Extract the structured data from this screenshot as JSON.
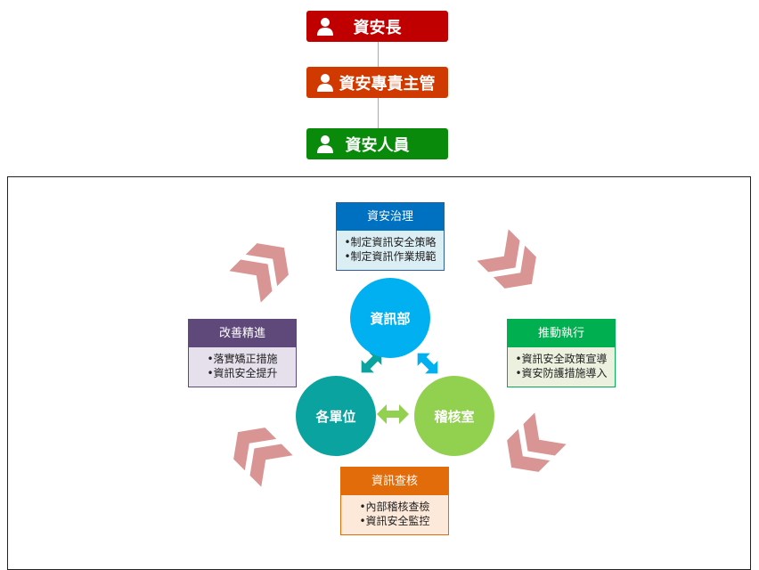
{
  "org_chart": [
    {
      "label": "資安長",
      "color": "#c00000"
    },
    {
      "label": "資安專責主管",
      "color": "#d03a00"
    },
    {
      "label": "資安人員",
      "color": "#0a8a0a"
    }
  ],
  "cycle": {
    "governance": {
      "title": "資安治理",
      "items": [
        "•制定資訊安全策略",
        "•制定資訊作業規範"
      ],
      "color": "#0070c0"
    },
    "execution": {
      "title": "推動執行",
      "items": [
        "•資訊安全政策宣導",
        "•資安防護措施導入"
      ],
      "color": "#00b050"
    },
    "audit": {
      "title": "資訊查核",
      "items": [
        "•內部稽核查檢",
        "•資訊安全監控"
      ],
      "color": "#e36c0a"
    },
    "improvement": {
      "title": "改善精進",
      "items": [
        "•落實矯正措施",
        "•資訊安全提升"
      ],
      "color": "#5f497a"
    }
  },
  "units": {
    "it": "資訊部",
    "departments": "各單位",
    "audit_office": "稽核室"
  }
}
